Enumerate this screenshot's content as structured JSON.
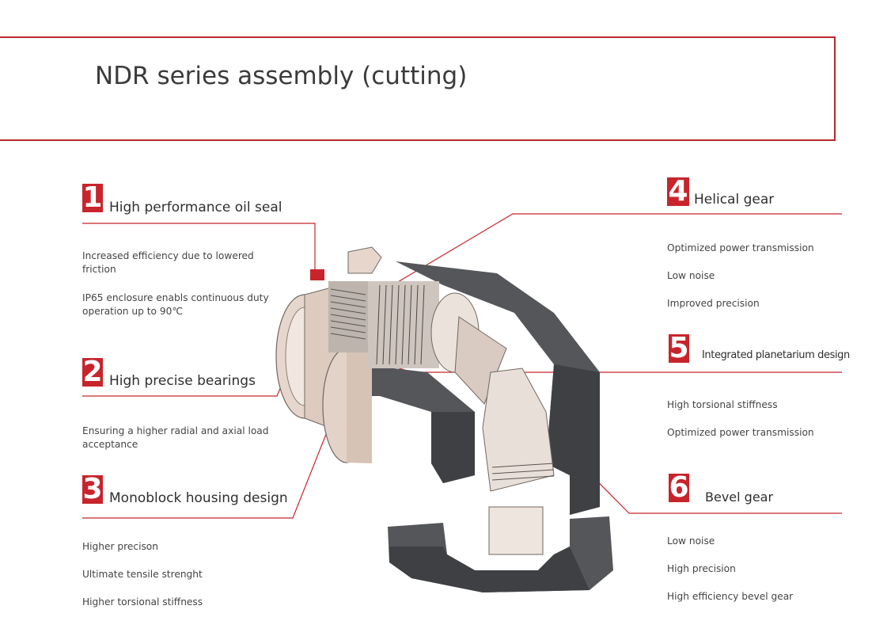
{
  "header": {
    "title": "NDR series assembly (cutting)"
  },
  "features": [
    {
      "num": "1",
      "title": "High performance oil seal",
      "points": [
        "Increased efficiency due to lowered",
        "friction",
        "IP65 enclosure enabls continuous duty",
        "operation up to 90℃"
      ]
    },
    {
      "num": "2",
      "title": "High precise bearings",
      "points": [
        "Ensuring a higher radial and axial load",
        "acceptance"
      ]
    },
    {
      "num": "3",
      "title": "Monoblock housing design",
      "points": [
        "Higher precison",
        "Ultimate tensile strenght",
        "Higher torsional stiffness"
      ]
    },
    {
      "num": "4",
      "title": "Helical gear",
      "points": [
        "Optimized power transmission",
        "Low noise",
        "Improved precision"
      ]
    },
    {
      "num": "5",
      "title": "Integrated planetarium design",
      "points": [
        "High torsional stiffness",
        "Optimized power transmission"
      ]
    },
    {
      "num": "6",
      "title": "Bevel gear",
      "points": [
        "Low noise",
        "High precision",
        "High efficiency bevel gear"
      ]
    }
  ],
  "colors": {
    "accent": "#c8242b",
    "housing": "#5a5b5e",
    "metal": "#e9dcd4"
  }
}
